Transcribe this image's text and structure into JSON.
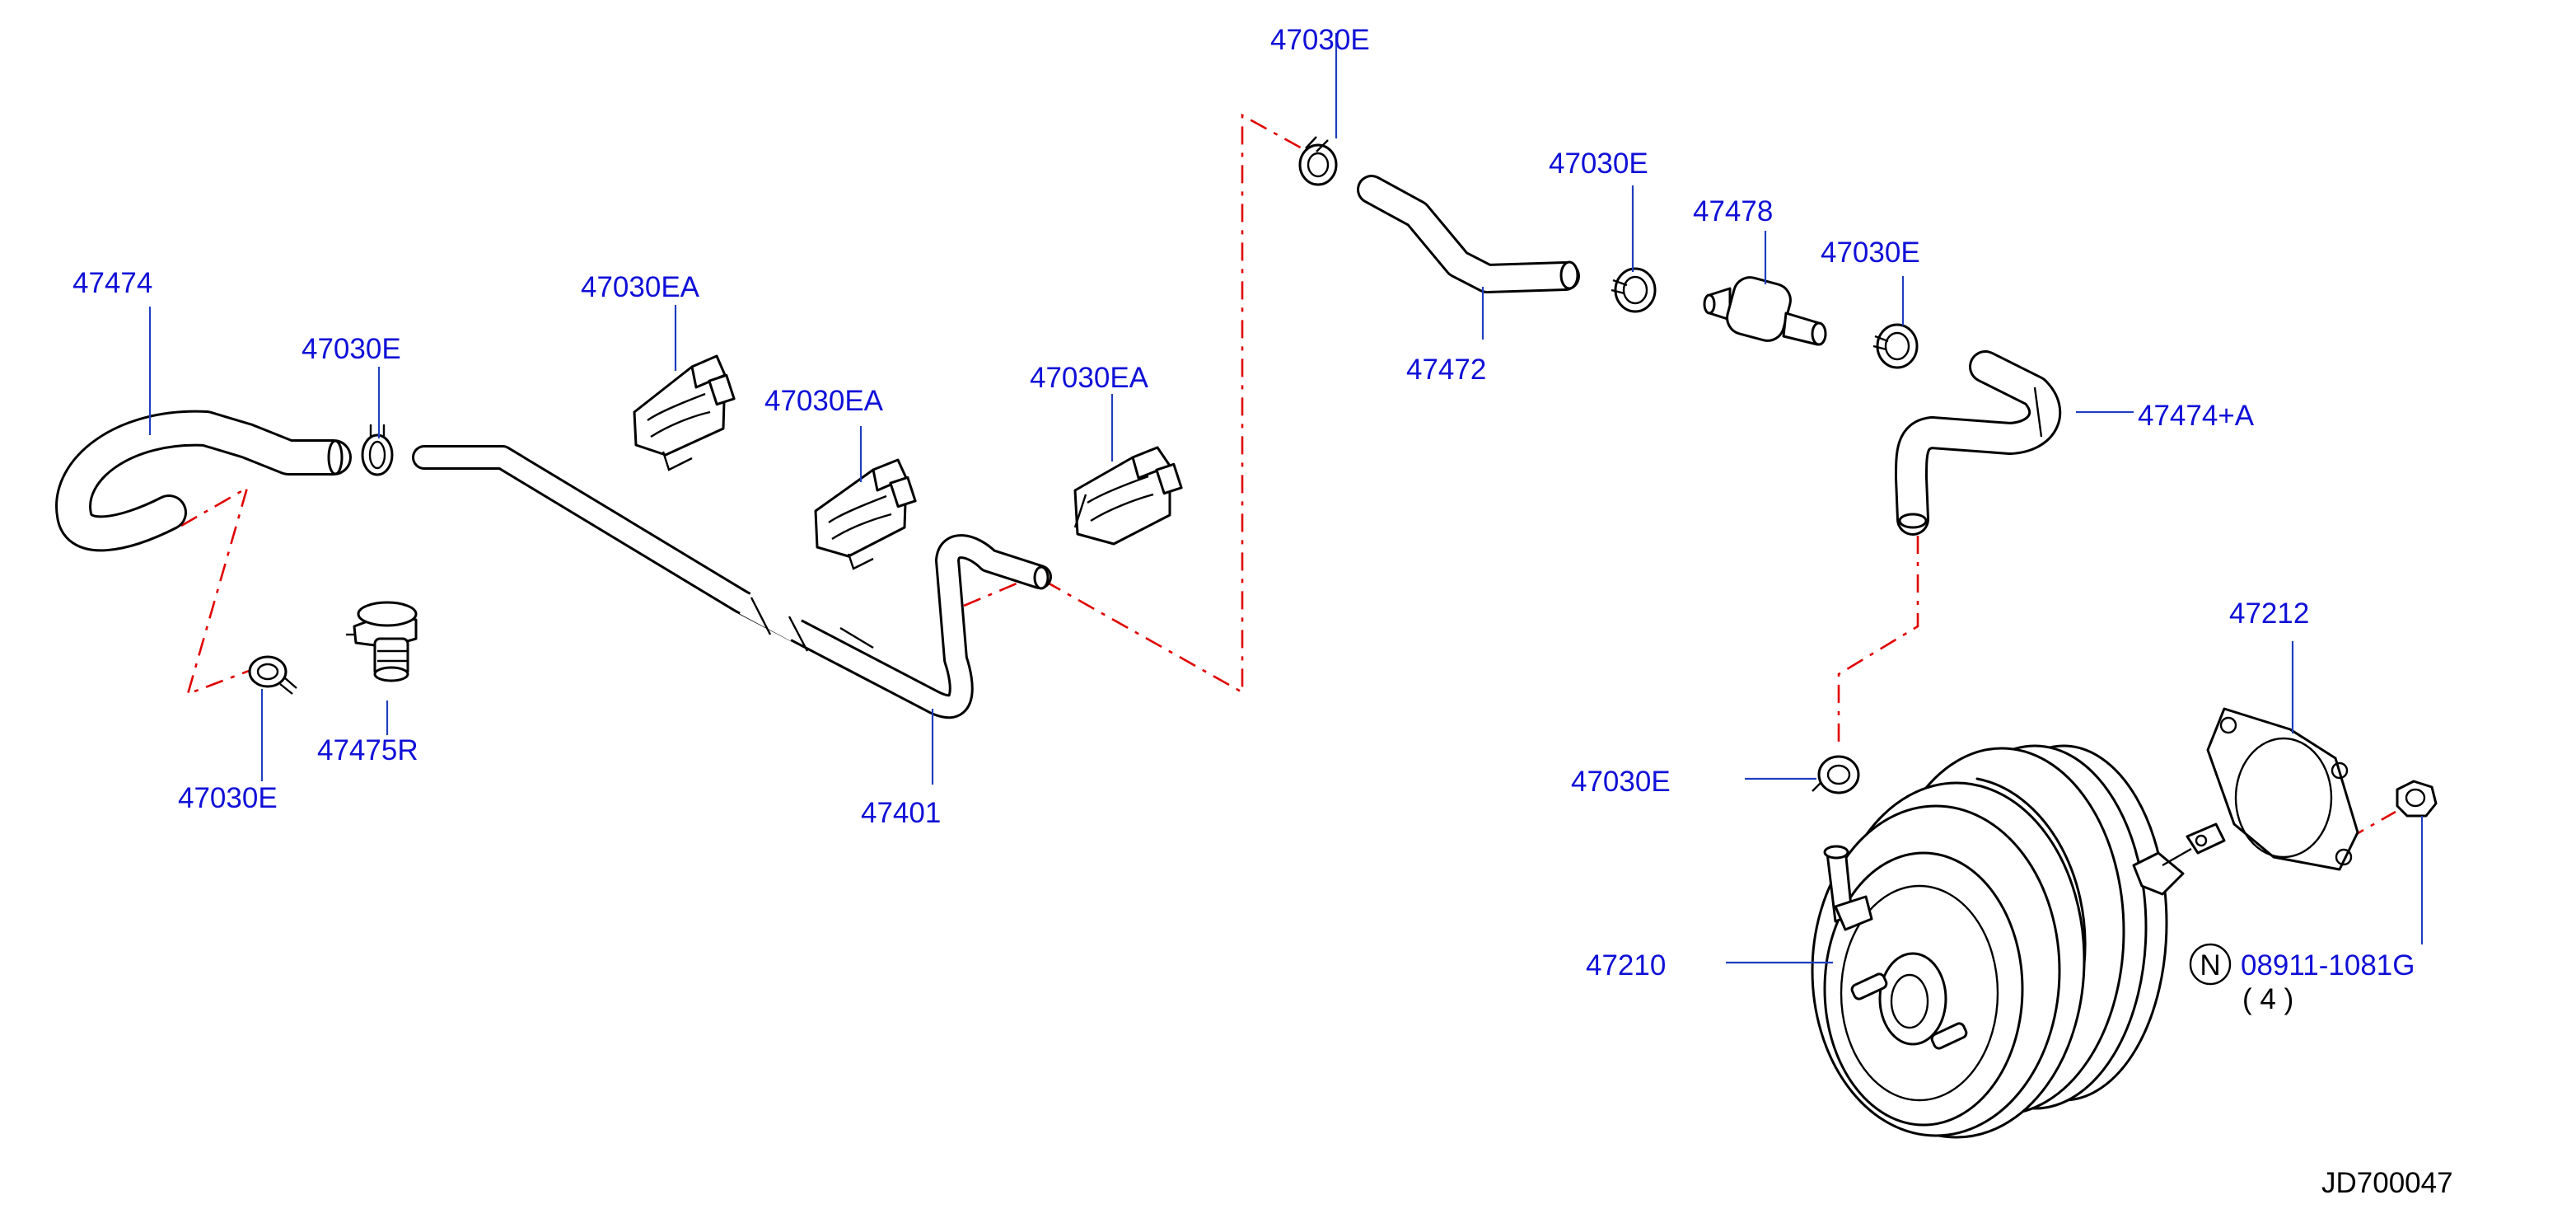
{
  "colors": {
    "label": "#1010d8",
    "leader": "#1f3fbf",
    "dashed_guide": "#e00000",
    "line_art": "#000000"
  },
  "labels": {
    "p47474": "47474",
    "p47030E_clamp_left": "47030E",
    "p47030EA_top": "47030EA",
    "p47030EA_mid": "47030EA",
    "p47030EA_right": "47030EA",
    "p47030E_top": "47030E",
    "p47030E_mid": "47030E",
    "p47478": "47478",
    "p47030E_right": "47030E",
    "p47472": "47472",
    "p47474A": "47474+A",
    "p47475R": "47475R",
    "p47030E_bottom_left": "47030E",
    "p47401": "47401",
    "p47212": "47212",
    "p47030E_booster": "47030E",
    "p47210": "47210",
    "nut_symbol": "N",
    "nut_part": "08911-1081G",
    "nut_qty": "( 4 )",
    "diagram_code": "JD700047"
  }
}
